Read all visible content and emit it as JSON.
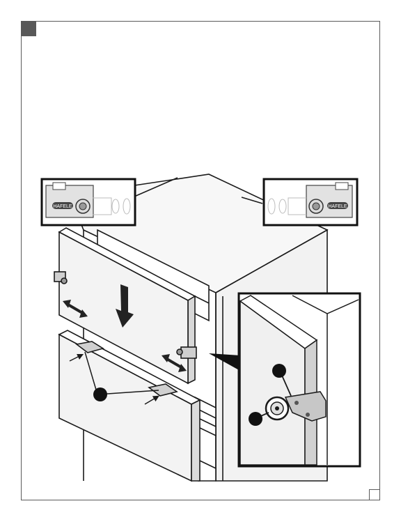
{
  "page": {
    "step_marker": "",
    "page_box": ""
  },
  "callouts": {
    "left_detail": {
      "logo_text": "HAFELE",
      "icon": "drawer-front-adjuster-detail"
    },
    "right_detail": {
      "logo_text": "HAFELE",
      "icon": "drawer-front-adjuster-detail"
    },
    "zoom_detail": {
      "icon": "adjuster-bracket-zoom"
    }
  },
  "arrows": {
    "push_down": "down-arrow",
    "lateral_left": "double-arrow",
    "lateral_right": "double-arrow"
  },
  "colors": {
    "line": "#1a1a1a",
    "panel": "#f0f0f0",
    "marker": "#585858",
    "dot": "#111111",
    "detail_fill": "#e2e2e2"
  }
}
